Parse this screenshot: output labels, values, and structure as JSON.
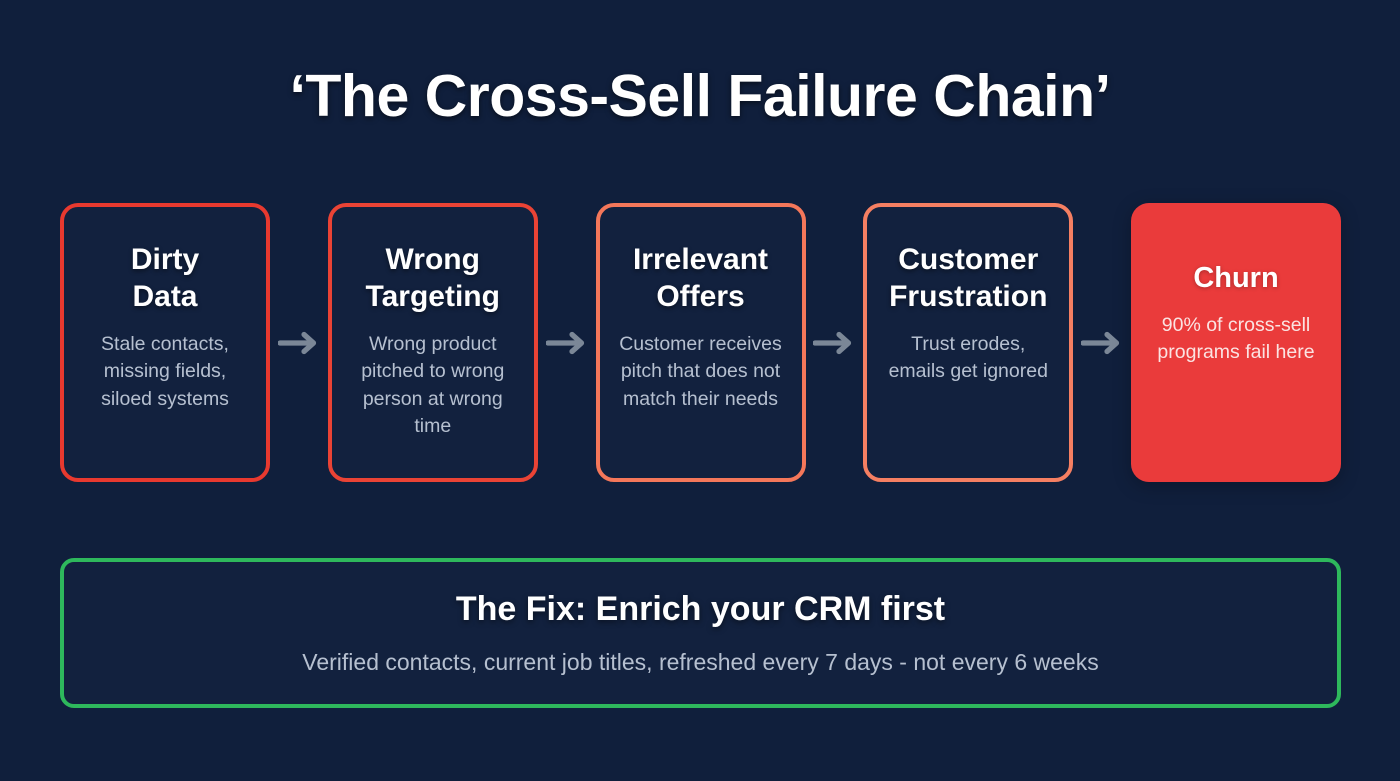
{
  "page": {
    "title": "‘The Cross-Sell Failure Chain’",
    "background_color": "#101f3c"
  },
  "chain": {
    "arrow_icon": "arrow-right-icon",
    "arrow_color": "#7b8797",
    "steps": [
      {
        "title": "Dirty\nData",
        "title_line1": "Dirty",
        "title_line2": "Data",
        "body": "Stale contacts, missing fields, siloed systems",
        "accent_color": "#e8392f",
        "style": "outline"
      },
      {
        "title": "Wrong\nTargeting",
        "title_line1": "Wrong",
        "title_line2": "Targeting",
        "body": "Wrong product pitched to wrong person at wrong time",
        "accent_color": "#ea4335",
        "style": "outline"
      },
      {
        "title": "Irrelevant\nOffers",
        "title_line1": "Irrelevant",
        "title_line2": "Offers",
        "body": "Customer receives pitch that does not match their needs",
        "accent_color": "#f4775a",
        "style": "outline"
      },
      {
        "title": "Customer\nFrustration",
        "title_line1": "Customer",
        "title_line2": "Frustration",
        "body": "Trust erodes, emails get ignored",
        "accent_color": "#f57f62",
        "style": "outline"
      },
      {
        "title": "Churn",
        "title_line1": "Churn",
        "title_line2": "",
        "body": "90% of cross-sell programs fail here",
        "accent_color": "#ea3b3b",
        "style": "filled"
      }
    ]
  },
  "fix_banner": {
    "title": "The Fix: Enrich your CRM first",
    "subtitle": "Verified contacts, current job titles, refreshed every 7 days - not every 6 weeks",
    "accent_color": "#2eb85c"
  }
}
